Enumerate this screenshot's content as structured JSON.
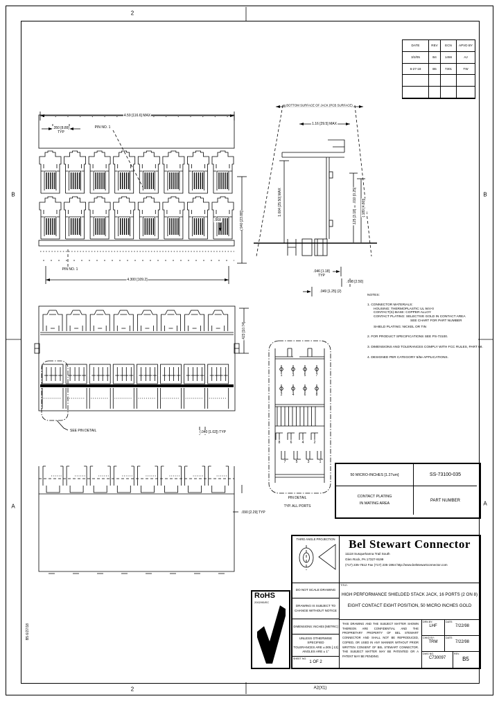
{
  "sheet": {
    "zone_top": "2",
    "zone_bottom": "2",
    "zone_left_upper": "B",
    "zone_left_lower": "A",
    "zone_right_upper": "B",
    "zone_right_lower": "A",
    "bottom_stamp": "A2(X1)",
    "plot_stamp": "B5  6/27/18"
  },
  "revision_table": {
    "headers": [
      "DATE",
      "REV",
      "ECN",
      "APVD BY"
    ],
    "rows": [
      [
        "3/2/05",
        "B4",
        "1456",
        "AJ"
      ],
      [
        "6-27-18",
        "B5",
        "7301",
        "TW"
      ]
    ]
  },
  "front_view": {
    "dim_overall_width": "4.59 [116.6] MAX",
    "dim_port_pitch": ".350 [8.89]",
    "dim_port_pitch_suffix": "TYP",
    "pin1_top_callout": "PIN NO. 1",
    "pin1_bottom_callout": "PIN NO. 1",
    "dim_row_spacing": "(.940 [23.88])",
    "dim_footprint_width": "4.300 [109.2]",
    "dim_port_width": ".568"
  },
  "side_view": {
    "surface_note": "BOTTOM SURFACE OF JACK (PCB SURFACE)",
    "dim_depth": "1.16 [29.5] MAX",
    "dim_height": "1.004 [25.50] MAX",
    "dim_pcb_thickness": ".125 [3.18] ±.010 [0.25]",
    "dim_standoff": "(.189 [4.80])",
    "dim_pin_a": ".046 [1.18]",
    "dim_pin_a_suffix": "TYP",
    "dim_pin_b": ".098 [2.50]",
    "dim_pin_c": ".049 [1.25] (2)"
  },
  "rear_view": {
    "detail_callout": "SEE PIN DETAIL",
    "dim_height": ".423 [10.74]",
    "dim_tail": "(.040 [1.02]) TYP"
  },
  "pin_detail": {
    "caption_line1": "PIN DETAIL",
    "caption_line2": "TYP. ALL PORTS",
    "upper_rows": [
      [
        "1",
        "3",
        "5",
        "7"
      ],
      [
        "2",
        "4",
        "6",
        "8"
      ]
    ],
    "lower_rows": [
      [
        "8",
        "6",
        "4",
        "2"
      ],
      [
        "7",
        "5",
        "3",
        "1"
      ]
    ]
  },
  "bottom_view": {
    "dim_tail": ".090 [2.29] TYP"
  },
  "notes": {
    "header": "NOTES:",
    "line1": "1. CONNECTOR MATERIALS:",
    "line2": "HOUSING: THERMOPLASTIC UL 94V-0",
    "line3": "CONTACT(S)-BASE: COPPER ALLOY",
    "line4": "CONTACT PLATING: SELECTIVE GOLD IN CONTACT AREA",
    "line5": "SEE CHART FOR PART NUMBER",
    "line6": "SHIELD PLATING: NICKEL OR TIN",
    "line7": "2. FOR PRODUCT SPECIFICATIONS SEE PS-73100.",
    "line8": "3. DIMENSIONS AND TOLERANCES COMPLY WITH FCC RULES, PART 68.",
    "line9": "4. DESIGNED PER CATEGORY 5/5e APPLICATIONS."
  },
  "part_table": {
    "plating_value": "50 MICRO-INCHES [1.27um]",
    "part_number_value": "SS-73100-035",
    "plating_label_line1": "CONTACT PLATING",
    "plating_label_line2": "IN MATING AREA",
    "part_number_label": "PART NUMBER"
  },
  "title_block": {
    "projection_label": "THIRD ANGLE PROJECTION",
    "company_name": "Bel Stewart Connector",
    "address_line1": "11118 Susquehanna Trail South",
    "address_line2": "Glen Rock, PA 17327-9199",
    "address_line3": "(717) 235-7512   Fax (717) 235-1964      http://www.belstewartconnector.com",
    "title_tag": "TITLE:",
    "title_line1": "HIGH PERFORMANCE SHIELDED STACK JACK, 16 PORTS (2 ON 8)",
    "title_line2": "EIGHT CONTACT EIGHT POSITION, 50 MICRO INCHES GOLD",
    "do_not_scale": "DO NOT SCALE DRAWING",
    "change_notice_line1": "DRAWING IS SUBJECT TO",
    "change_notice_line2": "CHANGE WITHOUT NOTICE",
    "dimensions_units": "DIMENSIONS: INCHES [METRIC]",
    "tolerance_line1": "UNLESS OTHERWISE SPECIFIED",
    "tolerance_line2": "TOLERANCES ARE ±.005 [.13]",
    "tolerance_line3": "ANGLES ARE ± 1°",
    "sheet_label": "SHEET NO.",
    "sheet_value": "1 OF 2",
    "disclaimer": "THIS DRAWING AND THE SUBJECT MATTER SHOWN THEREON ARE CONFIDENTIAL AND THE PROPRIETARY PROPERTY OF BEL STEWART CONNECTOR AND SHALL NOT BE REPRODUCED, COPIED, OR USED IN ANY MANNER WITHOUT PRIOR WRITTEN CONSENT OF BEL STEWART CONNECTOR. THE SUBJECT MATTER MAY BE PATENTED OR A PATENT MAY BE PENDING.",
    "drn_label": "DRN BY:",
    "drn_value": "LHF",
    "date1_label": "DATE:",
    "date1_value": "7/22/98",
    "chkd_label": "CHKD BY:",
    "chkd_value": "TRM",
    "date2_label": "DATE:",
    "date2_value": "7/22/98",
    "dwg_label": "DWG NO.",
    "dwg_value": "C730097",
    "rev_label": "REV.",
    "rev_value": "B5"
  },
  "rohs": {
    "name": "RoHS",
    "directive": "2002/95/EC"
  },
  "colors": {
    "line": "#000000",
    "paper": "#ffffff"
  }
}
